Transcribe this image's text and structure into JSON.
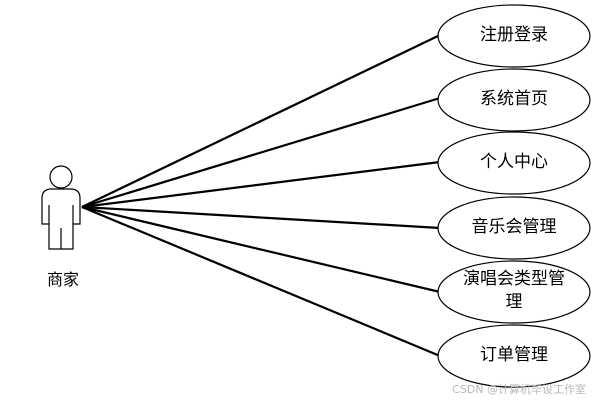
{
  "actor": {
    "label": "商家",
    "icon": "stick-figure-actor-icon"
  },
  "use_cases": [
    {
      "id": "register-login",
      "label": "注册登录"
    },
    {
      "id": "system-home",
      "label": "系统首页"
    },
    {
      "id": "personal-center",
      "label": "个人中心"
    },
    {
      "id": "concert-management",
      "label": "音乐会管理"
    },
    {
      "id": "concert-type-management",
      "label": "演唱会类型管\n理"
    },
    {
      "id": "order-management",
      "label": "订单管理"
    }
  ],
  "watermark": "CSDN @计算机毕设工作室",
  "colors": {
    "stroke": "#000000",
    "background": "#ffffff",
    "watermark": "#b9b9b9"
  }
}
